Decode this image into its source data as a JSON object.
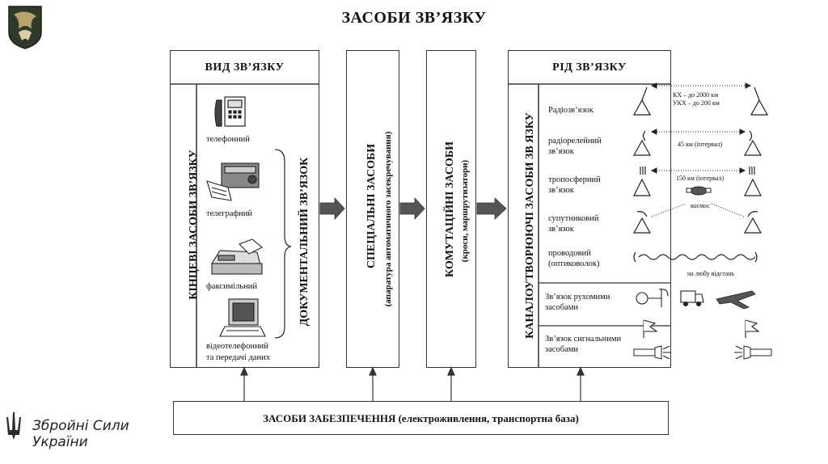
{
  "title": "ЗАСОБИ ЗВ’ЯЗКУ",
  "box1": {
    "header": "ВИД ЗВ’ЯЗКУ",
    "side_label": "КІНЦЕВІ ЗАСОБИ ЗВ’ЯЗКУ",
    "brace_label": "ДОКУМЕНТАЛЬНИЙ ЗВ’ЯЗОК",
    "items": [
      "телефонний",
      "телеграфний",
      "факсимільний",
      "відеотелефонний",
      "та передачі даних"
    ]
  },
  "box2": {
    "label": "СПЕЦІАЛЬНІ ЗАСОБИ",
    "sub": "(апаратура автоматичного засекречування)"
  },
  "box3": {
    "label": "КОМУТАЦІЙНІ ЗАСОБИ",
    "sub": "(кроси, маршрутизатори)"
  },
  "box4": {
    "header": "РІД ЗВ’ЯЗКУ",
    "side_label": "КАНАЛОУТВОРЮЮЧІ ЗАСОБИ ЗВ ЯЗКУ",
    "types": [
      "Радіозв’язок",
      "радіорелейний",
      "зв’язок",
      "тропосферний",
      "зв’язок",
      "супутниковий",
      "зв’язок",
      "проводовий",
      "(оптиковолок)"
    ],
    "moving": [
      "Зв’язок рухомими",
      "засобами"
    ],
    "signal": [
      "Зв’язок сигнальними",
      "засобами"
    ],
    "notes": {
      "kx": "КХ – до 2000 км",
      "ukx": "УКХ – до 200 км",
      "rr": "45 км (інтервал)",
      "tropo": "150 км (інтервал)",
      "space": "космос",
      "wire": "на любу відстань"
    }
  },
  "bottom": "ЗАСОБИ ЗАБЕЗПЕЧЕННЯ (електроживлення, транспортна база)",
  "brand": [
    "Збройні Сили",
    "України"
  ],
  "colors": {
    "line": "#333333",
    "arrow": "#555555",
    "logo_dark": "#2f3a2a",
    "logo_accent": "#b8a36a"
  }
}
